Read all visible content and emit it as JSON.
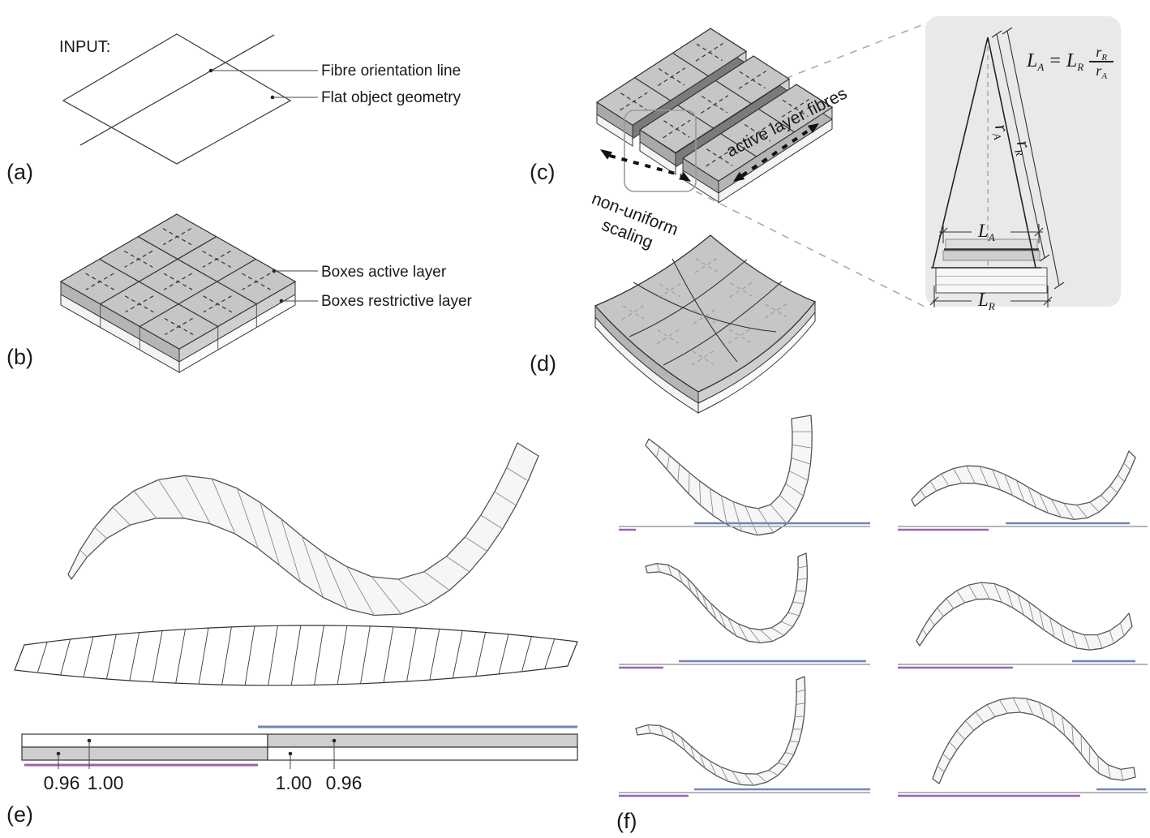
{
  "figure": {
    "panel_letters": {
      "a": "(a)",
      "b": "(b)",
      "c": "(c)",
      "d": "(d)",
      "e": "(e)",
      "f": "(f)"
    },
    "panel_a": {
      "input_label": "INPUT:",
      "fibre_label": "Fibre orientation line",
      "flat_label": "Flat object geometry"
    },
    "panel_b": {
      "active_label": "Boxes active layer",
      "restrictive_label": "Boxes restrictive layer"
    },
    "panel_c": {
      "scaling_label_line1": "non-uniform",
      "scaling_label_line2": "scaling",
      "fibres_label": "active layer fibres"
    },
    "panel_e": {
      "left_outer_value": "0.96",
      "left_inner_value": "1.00",
      "right_inner_value": "1.00",
      "right_outer_value": "0.96"
    },
    "inset": {
      "formula": {
        "lhs_base": "L",
        "lhs_sub": "A",
        "equals": "=",
        "rhs_base": "L",
        "rhs_sub": "R",
        "num_base": "r",
        "num_sub": "R",
        "den_base": "r",
        "den_sub": "A"
      },
      "r_inner": {
        "base": "r",
        "sub": "A"
      },
      "r_outer": {
        "base": "r",
        "sub": "R"
      },
      "dim_top": {
        "base": "L",
        "sub": "A"
      },
      "dim_bottom": {
        "base": "L",
        "sub": "R"
      }
    },
    "colors": {
      "active_layer_grey": "#c6c6c6",
      "blue": "#7286b4",
      "purple": "#9a63ae",
      "baseline_grey": "#b6b6bc",
      "inset_bg": "#e9e9e9"
    }
  }
}
